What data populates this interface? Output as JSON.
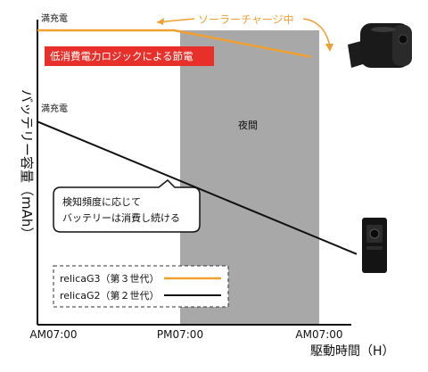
{
  "chart_data": {
    "type": "line",
    "xlabel": "駆動時間（H）",
    "ylabel": "バッテリー容量（mAh）",
    "x_ticks": [
      "AM07:00",
      "PM07:00",
      "AM07:00"
    ],
    "x_range_hours": [
      0,
      28
    ],
    "y_range": [
      0,
      100
    ],
    "night_band": {
      "label": "夜間",
      "from_hours": 12,
      "to_hours": 24
    },
    "series": [
      {
        "name": "relicaG3（第３世代）",
        "color": "#f0a030",
        "points": [
          [
            0,
            100
          ],
          [
            12,
            100
          ],
          [
            24,
            91
          ]
        ]
      },
      {
        "name": "relicaG2（第２世代）",
        "color": "#111111",
        "points": [
          [
            0,
            69
          ],
          [
            28,
            24
          ]
        ]
      }
    ],
    "annotations": {
      "full_top": "満充電",
      "full_mid": "満充電",
      "solar": "ソーラーチャージ中",
      "red_banner": "低消費電力ロジックによる節電",
      "bubble_line1": "検知頻度に応じて",
      "bubble_line2": "バッテリーは消費し続ける"
    },
    "legend": {
      "placement": "bottom-left",
      "style": "dashed-box"
    },
    "colors": {
      "orange": "#f0a030",
      "red_banner": "#e8302a",
      "night": "#a8a8a8",
      "axis": "#111111"
    },
    "icons": [
      "solar-camera-icon",
      "camera-device-icon"
    ]
  }
}
